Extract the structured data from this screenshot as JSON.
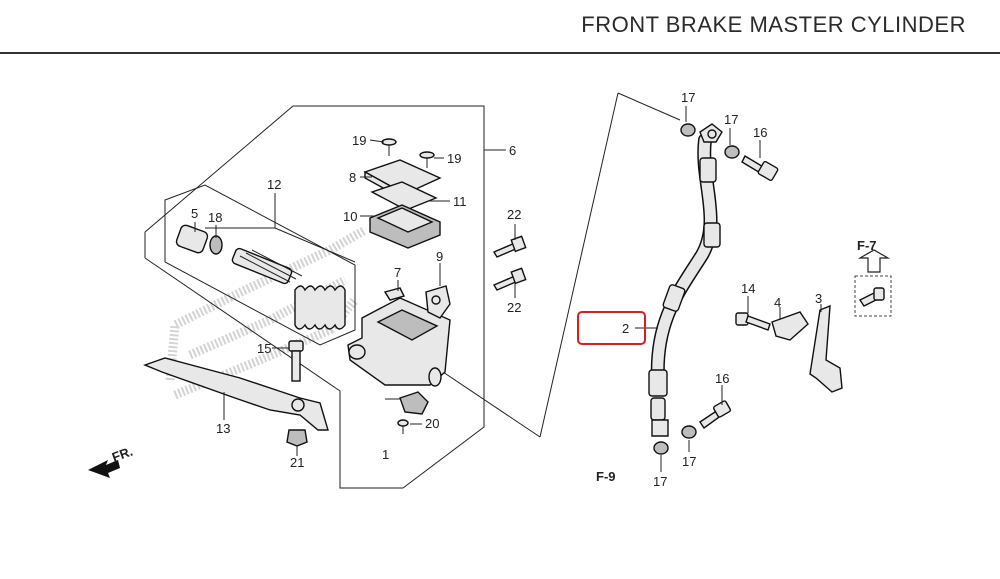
{
  "title": "FRONT BRAKE MASTER CYLINDER",
  "labels": {
    "p1": "1",
    "p2": "2",
    "p3": "3",
    "p4": "4",
    "p5": "5",
    "p6": "6",
    "p7": "7",
    "p8": "8",
    "p9": "9",
    "p10": "10",
    "p11": "11",
    "p12": "12",
    "p13": "13",
    "p14": "14",
    "p15": "15",
    "p16a": "16",
    "p16b": "16",
    "p17a": "17",
    "p17b": "17",
    "p17c": "17",
    "p17d": "17",
    "p18": "18",
    "p19a": "19",
    "p19b": "19",
    "p20": "20",
    "p21": "21",
    "p22a": "22",
    "p22b": "22"
  },
  "refs": {
    "f7": "F-7",
    "f9": "F-9",
    "fr": "FR."
  },
  "highlight_color": "#d81e1e"
}
